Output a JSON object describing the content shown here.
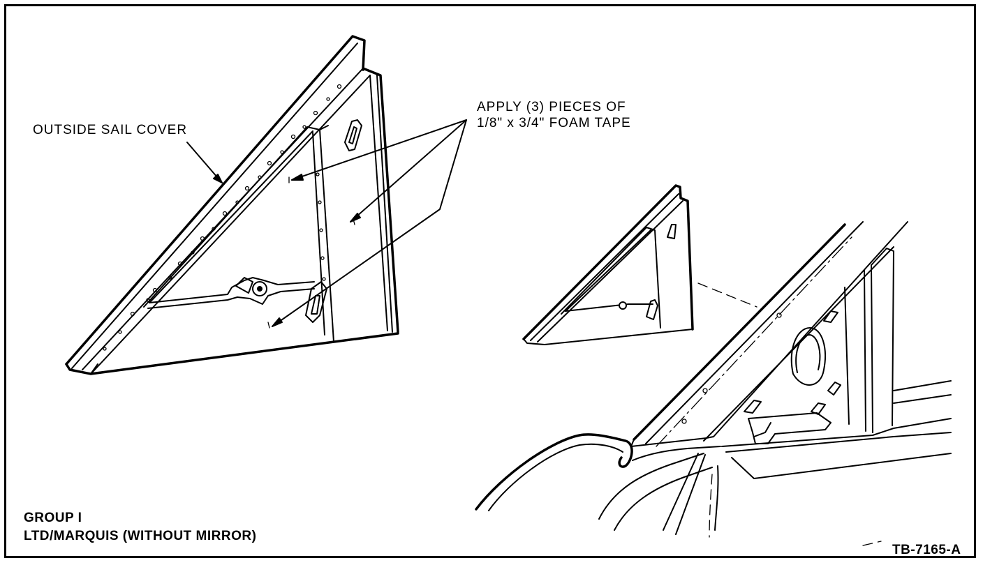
{
  "diagram": {
    "callouts": {
      "outside_sail_cover": "OUTSIDE SAIL COVER",
      "apply_tape_line1": "APPLY (3) PIECES OF",
      "apply_tape_line2": "1/8\" x 3/4\" FOAM TAPE"
    },
    "caption": {
      "group": "GROUP I",
      "model": "LTD/MARQUIS (WITHOUT MIRROR)"
    },
    "figure_id": "TB-7165-A"
  }
}
